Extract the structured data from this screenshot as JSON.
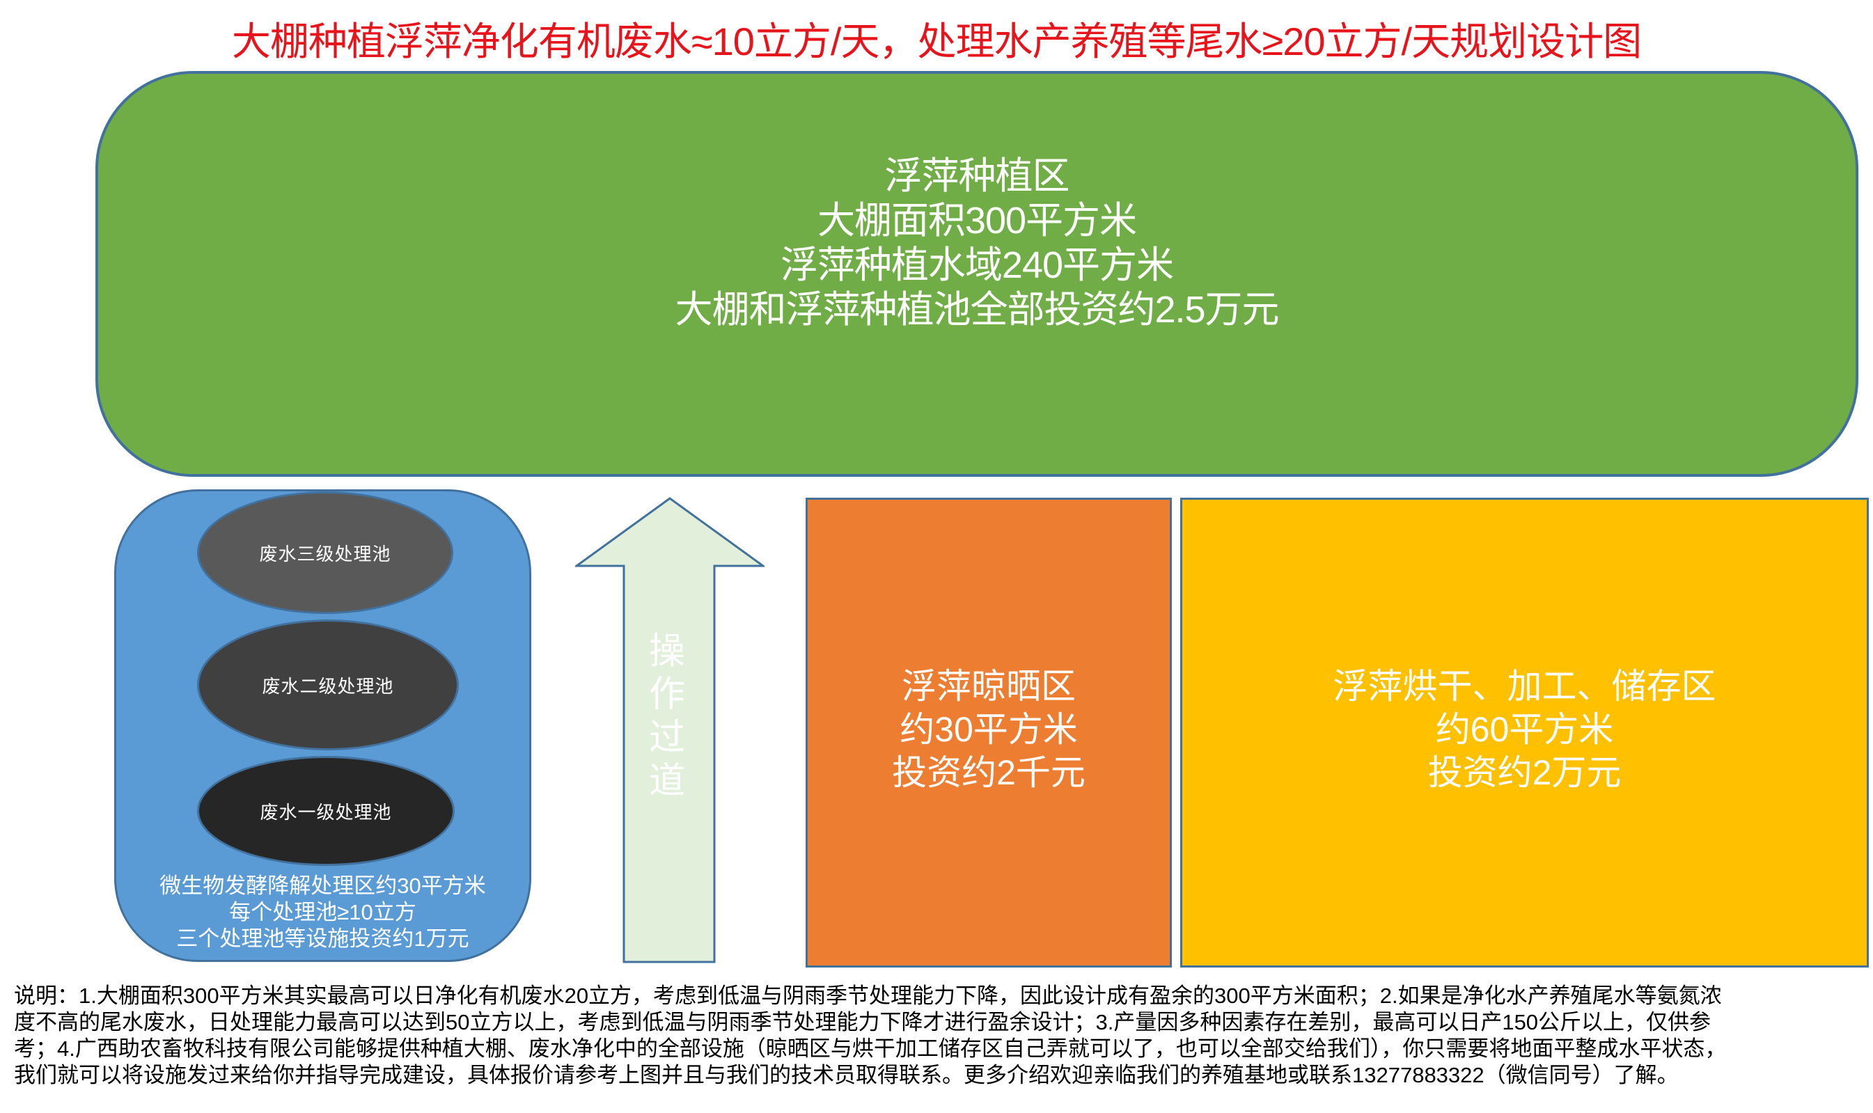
{
  "title": "大棚种植浮萍净化有机废水≈10立方/天，处理水产养殖等尾水≥20立方/天规划设计图",
  "colors": {
    "title": "#E8141C",
    "planting_zone": "#70AD47",
    "treatment_zone": "#5B9BD5",
    "pool_tier3": "#595959",
    "pool_tier2": "#404040",
    "pool_tier1": "#262626",
    "walkway_arrow": "#E2EFDA",
    "drying_zone": "#ED7D31",
    "processing_zone": "#FFC000",
    "outline": "#41719C"
  },
  "planting_zone": {
    "lines": [
      "浮萍种植区",
      "大棚面积300平方米",
      "浮萍种植水域240平方米",
      "大棚和浮萍种植池全部投资约2.5万元"
    ]
  },
  "treatment_zone": {
    "pools": [
      {
        "label": "废水三级处理池"
      },
      {
        "label": "废水二级处理池"
      },
      {
        "label": "废水一级处理池"
      }
    ],
    "caption": [
      "微生物发酵降解处理区约30平方米",
      "每个处理池≥10立方",
      "三个处理池等设施投资约1万元"
    ]
  },
  "walkway": {
    "chars": [
      "操",
      "作",
      "过",
      "道"
    ]
  },
  "drying_zone": {
    "lines": [
      "浮萍晾晒区",
      "约30平方米",
      "投资约2千元"
    ]
  },
  "processing_zone": {
    "lines": [
      "浮萍烘干、加工、储存区",
      "约60平方米",
      "投资约2万元"
    ]
  },
  "notes": {
    "lines": [
      "说明：1.大棚面积300平方米其实最高可以日净化有机废水20立方，考虑到低温与阴雨季节处理能力下降，因此设计成有盈余的300平方米面积；2.如果是净化水产养殖尾水等氨氮浓",
      "度不高的尾水废水，日处理能力最高可以达到50立方以上，考虑到低温与阴雨季节处理能力下降才进行盈余设计；3.产量因多种因素存在差别，最高可以日产150公斤以上，仅供参",
      "考；4.广西助农畜牧科技有限公司能够提供种植大棚、废水净化中的全部设施（晾晒区与烘干加工储存区自己弄就可以了，也可以全部交给我们），你只需要将地面平整成水平状态，",
      "我们就可以将设施发过来给你并指导完成建设，具体报价请参考上图并且与我们的技术员取得联系。更多介绍欢迎亲临我们的养殖基地或联系13277883322（微信同号）了解。"
    ]
  }
}
